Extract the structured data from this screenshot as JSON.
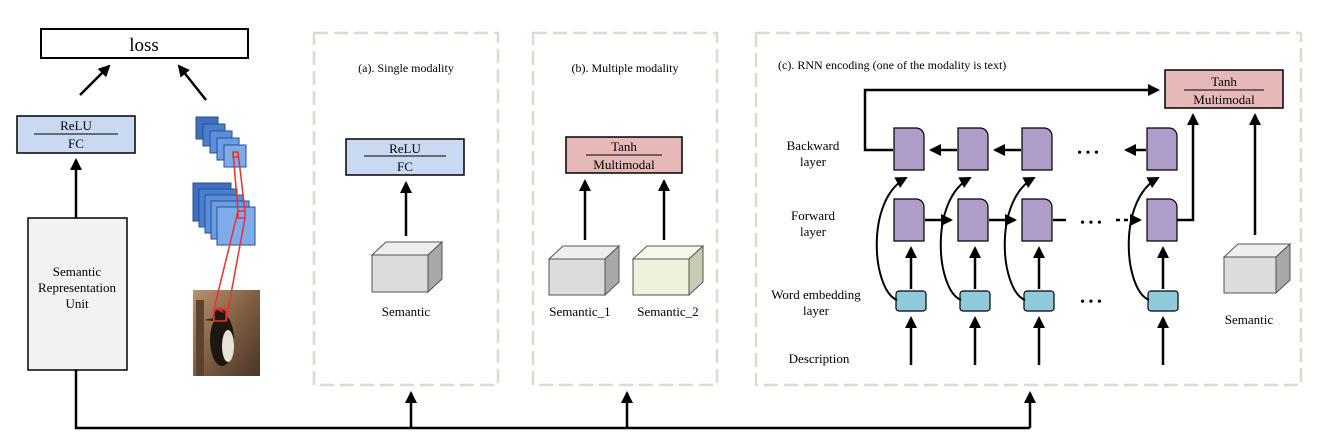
{
  "left": {
    "loss_label": "loss",
    "relu_label": "ReLU",
    "fc_label": "FC",
    "unit_lines": [
      "Semantic",
      "Representation",
      "Unit"
    ]
  },
  "panels": {
    "single": {
      "title": "(a). Single modality",
      "top_label": "ReLU",
      "bottom_label": "FC",
      "cube_label": "Semantic"
    },
    "multiple": {
      "title": "(b). Multiple modality",
      "top_label": "Tanh",
      "bottom_label": "Multimodal",
      "cube1_label": "Semantic_1",
      "cube2_label": "Semantic_2"
    },
    "rnn": {
      "title": "(c). RNN encoding (one of the modality is text)",
      "top_label": "Tanh",
      "bottom_label": "Multimodal",
      "backward_lines": [
        "Backward",
        "layer"
      ],
      "forward_lines": [
        "Forward",
        "layer"
      ],
      "embedding_lines": [
        "Word embedding",
        "layer"
      ],
      "description_label": "Description",
      "semantic_label": "Semantic",
      "ellipsis": "• • •"
    }
  },
  "colors": {
    "fc_box": "#c9d9f2",
    "multimodal_box": "#e6b8b8",
    "rnn_cell": "#ae9cc9",
    "embedding": "#8fc9dc",
    "cube_gray": "#dcdcdc",
    "cube_green": "#eef2dc",
    "cnn_blue": "#4a7fd0",
    "unit_box": "#f2f2f2",
    "panel_border": "#dddbd0",
    "highlight": "#e8322c"
  }
}
